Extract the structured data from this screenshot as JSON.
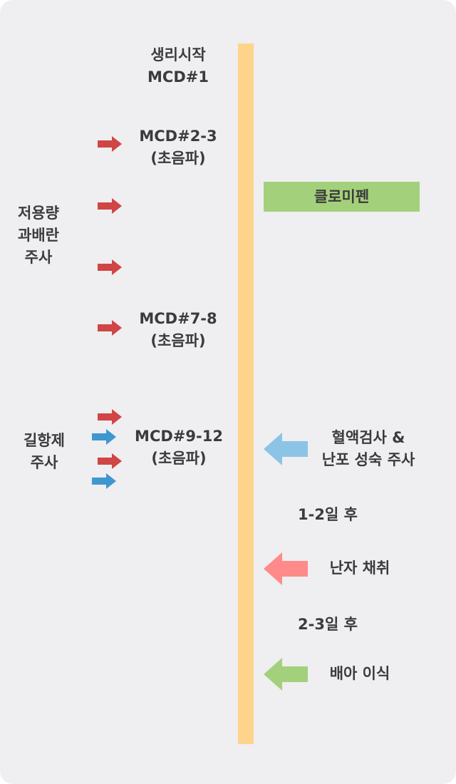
{
  "timeline": {
    "bar_color": "#fed48a",
    "steps": [
      {
        "lines": [
          "생리시작",
          "MCD#1"
        ]
      },
      {
        "lines": [
          "MCD#2-3",
          "(초음파)"
        ]
      },
      {
        "lines": [
          "MCD#7-8",
          "(초음파)"
        ]
      },
      {
        "lines": [
          "MCD#9-12",
          "(초음파)"
        ]
      }
    ]
  },
  "left_labels": [
    {
      "lines": [
        "저용량",
        "과배란",
        "주사"
      ]
    },
    {
      "lines": [
        "길항제",
        "주사"
      ]
    }
  ],
  "drug_box": {
    "label": "클로미펜",
    "color": "#a3d17b"
  },
  "right_events": [
    {
      "lines": [
        "혈액검사 &",
        "난포 성숙 주사"
      ],
      "arrow_color": "#8cc4e6"
    },
    {
      "lines": [
        "1-2일 후"
      ]
    },
    {
      "lines": [
        "난자 채취"
      ],
      "arrow_color": "#ff8a8a"
    },
    {
      "lines": [
        "2-3일 후"
      ]
    },
    {
      "lines": [
        "배아 이식"
      ],
      "arrow_color": "#a3d17b"
    }
  ],
  "small_arrows": {
    "red": "#d04545",
    "blue": "#3f97cf",
    "sequence": [
      "red",
      "red",
      "red",
      "red",
      "red",
      "blue",
      "red",
      "blue"
    ]
  }
}
